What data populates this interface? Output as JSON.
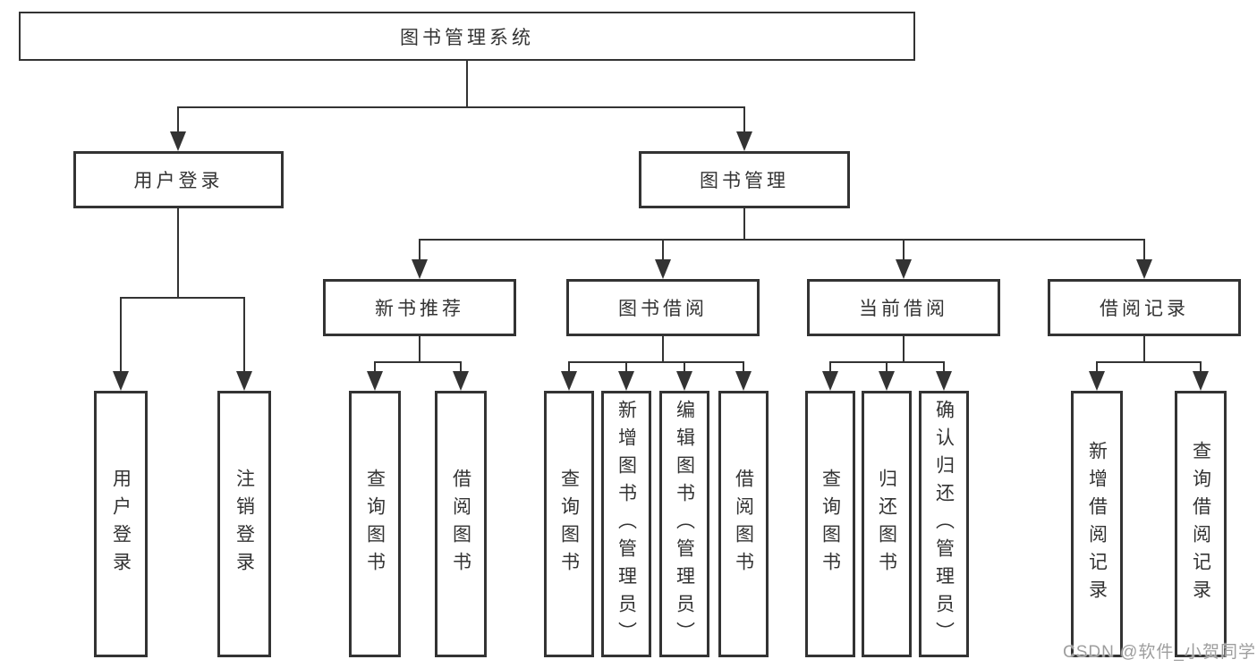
{
  "nodes": {
    "root": "图书管理系统",
    "user_login": "用户登录",
    "book_mgmt": "图书管理",
    "new_book_rec": "新书推荐",
    "book_borrow": "图书借阅",
    "current_borrow": "当前借阅",
    "borrow_record": "借阅记录",
    "leaf_user_login": "用户登录",
    "leaf_logout": "注销登录",
    "leaf_rec_query": "查询图书",
    "leaf_rec_borrow": "借阅图书",
    "leaf_bb_query": "查询图书",
    "leaf_bb_add": "新增图书（管理员）",
    "leaf_bb_edit": "编辑图书（管理员）",
    "leaf_bb_borrow": "借阅图书",
    "leaf_cb_query": "查询图书",
    "leaf_cb_return": "归还图书",
    "leaf_cb_confirm": "确认归还（管理员）",
    "leaf_br_add": "新增借阅记录",
    "leaf_br_query": "查询借阅记录"
  },
  "watermark": "CSDN @软件_小贺同学",
  "colors": {
    "line": "#333333",
    "text": "#333333",
    "watermark": "#9e9e9e",
    "background": "#ffffff"
  }
}
